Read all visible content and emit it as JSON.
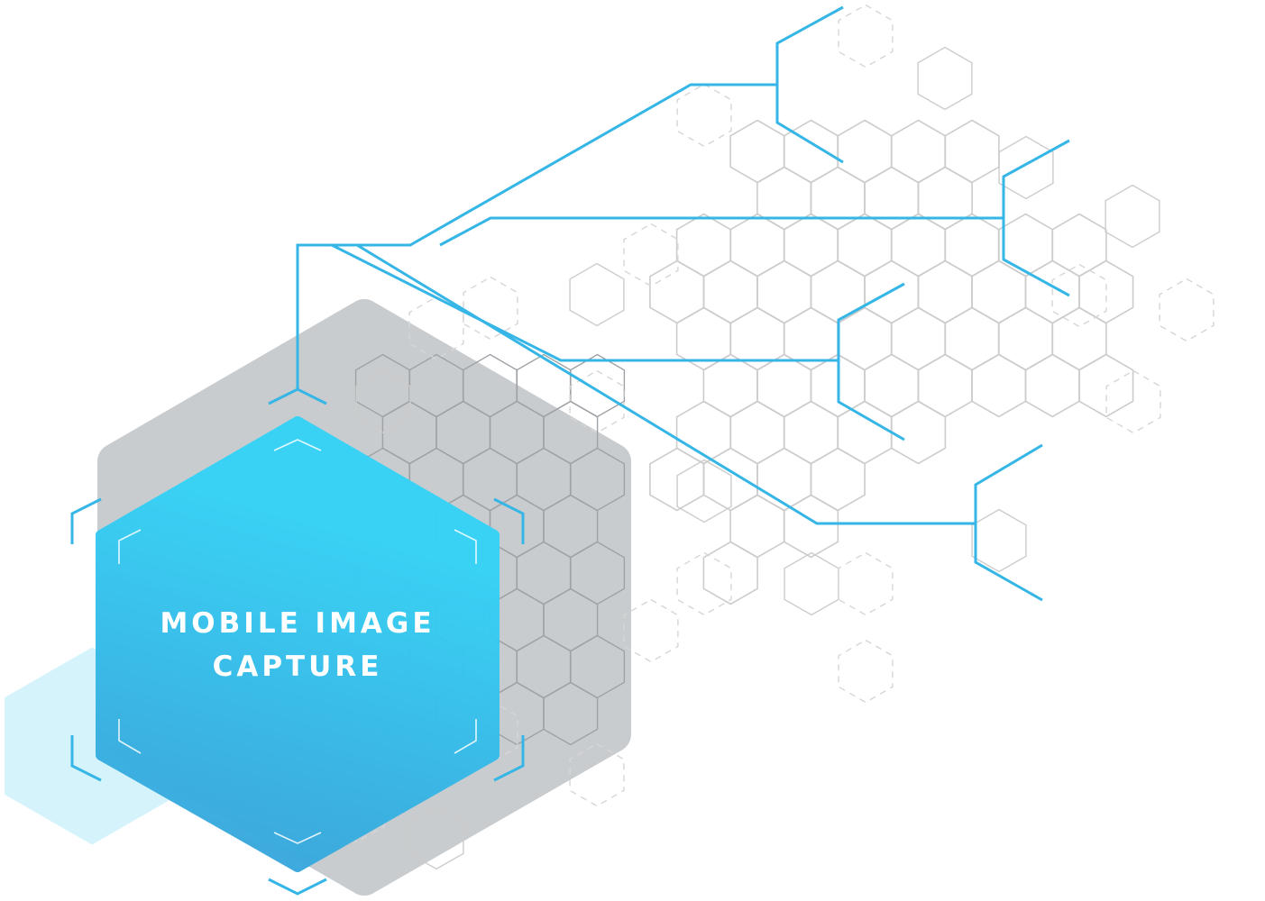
{
  "hero": {
    "title_line1": "MOBILE IMAGE",
    "title_line2": "CAPTURE"
  },
  "colors": {
    "accent_blue": "#35b6e6",
    "hex_gradient_start": "#35d3f7",
    "hex_gradient_end": "#3aa6dc",
    "back_hex_gray": "#c9cccf",
    "light_hex": "#d5f3fb",
    "grid_line": "#cccccc",
    "dashed_line": "#cfcfcf"
  },
  "icons": [
    "hexagon-grid-decoration",
    "circuit-lines-decoration",
    "corner-bracket-icon"
  ]
}
